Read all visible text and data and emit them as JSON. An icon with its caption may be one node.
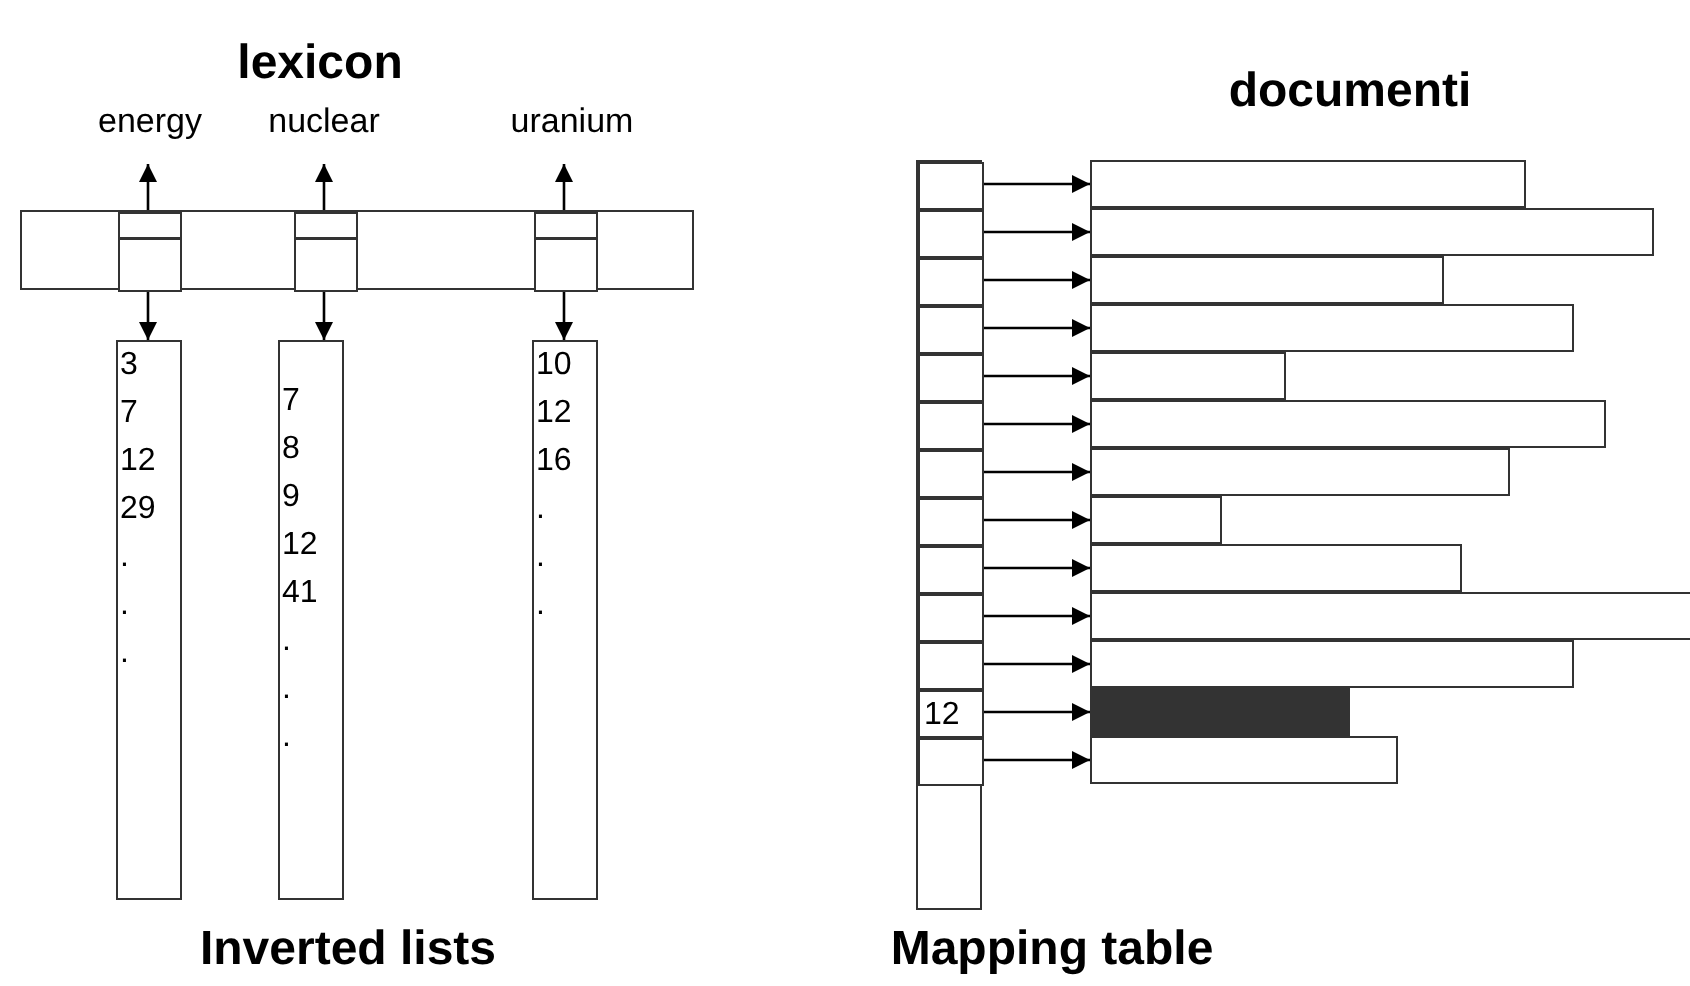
{
  "diagram": {
    "nodes": [
      {
        "text": [],
        "shape": "box"
      },
      {
        "text": [
          "energy"
        ]
      },
      {
        "text": [
          "nuclear"
        ]
      },
      {
        "text": [
          "uranium"
        ]
      },
      {
        "text": [],
        "shape": "box",
        "in": 0
      },
      {
        "text": [],
        "shape": "box",
        "in": 0
      },
      {
        "text": [],
        "shape": "box",
        "in": 0
      },
      {
        "text": [
          "3 7 12 29 . . ."
        ]
      },
      {
        "text": [
          "7 8 9 12 41 . . ."
        ]
      },
      {
        "text": [
          "10 12 16 . . ."
        ]
      },
      {
        "text": [],
        "shape": "box"
      },
      {
        "text": [],
        "shape": "box",
        "in": 10
      },
      {
        "text": [],
        "shape": "box",
        "in": 10
      },
      {
        "text": [],
        "shape": "box",
        "in": 10
      },
      {
        "text": [],
        "shape": "box",
        "in": 10
      },
      {
        "text": [],
        "shape": "box",
        "in": 10
      },
      {
        "text": [],
        "shape": "box",
        "in": 10
      },
      {
        "text": [],
        "shape": "box",
        "in": 10
      },
      {
        "text": [],
        "shape": "box",
        "in": 10
      },
      {
        "text": [],
        "shape": "box",
        "in": 10
      },
      {
        "text": [],
        "shape": "box",
        "in": 10
      },
      {
        "text": [],
        "shape": "box",
        "in": 10
      },
      {
        "text": [
          "12"
        ],
        "in": 10
      },
      {
        "text": [],
        "shape": "box",
        "in": 10
      },
      {
        "text": [],
        "shape": "box"
      },
      {
        "text": [],
        "shape": "box"
      },
      {
        "text": [],
        "shape": "box"
      },
      {
        "text": [],
        "shape": "box"
      },
      {
        "text": [],
        "shape": "box"
      },
      {
        "text": [],
        "shape": "box"
      },
      {
        "text": [],
        "shape": "box"
      },
      {
        "text": [],
        "shape": "box"
      },
      {
        "text": [],
        "shape": "box"
      },
      {
        "text": [],
        "shape": "box"
      },
      {
        "text": [],
        "shape": "box"
      },
      {
        "text": [],
        "shape": "box"
      },
      {
        "text": [],
        "shape": "box"
      }
    ],
    "edges": [
      {
        "from": 4,
        "to": 1,
        "arrow": "to"
      },
      {
        "from": 5,
        "to": 2,
        "arrow": "to"
      },
      {
        "from": 6,
        "to": 3,
        "arrow": "to"
      },
      {
        "from": 4,
        "to": 7,
        "arrow": "to"
      },
      {
        "from": 5,
        "to": 8,
        "arrow": "to"
      },
      {
        "from": 6,
        "to": 9,
        "arrow": "to"
      },
      {
        "from": 11,
        "to": 24,
        "arrow": "to"
      },
      {
        "from": 12,
        "to": 25,
        "arrow": "to"
      },
      {
        "from": 13,
        "to": 26,
        "arrow": "to"
      },
      {
        "from": 14,
        "to": 27,
        "arrow": "to"
      },
      {
        "from": 15,
        "to": 28,
        "arrow": "to"
      },
      {
        "from": 16,
        "to": 29,
        "arrow": "to"
      },
      {
        "from": 17,
        "to": 30,
        "arrow": "to"
      },
      {
        "from": 18,
        "to": 31,
        "arrow": "to"
      },
      {
        "from": 19,
        "to": 32,
        "arrow": "to"
      },
      {
        "from": 20,
        "to": 33,
        "arrow": "to"
      },
      {
        "from": 21,
        "to": 34,
        "arrow": "to"
      },
      {
        "from": 22,
        "to": 35,
        "arrow": "to"
      },
      {
        "from": 23,
        "to": 36,
        "arrow": "to"
      }
    ],
    "labels": [
      "lexicon",
      "documenti",
      "Inverted lists",
      "Mapping table"
    ]
  }
}
